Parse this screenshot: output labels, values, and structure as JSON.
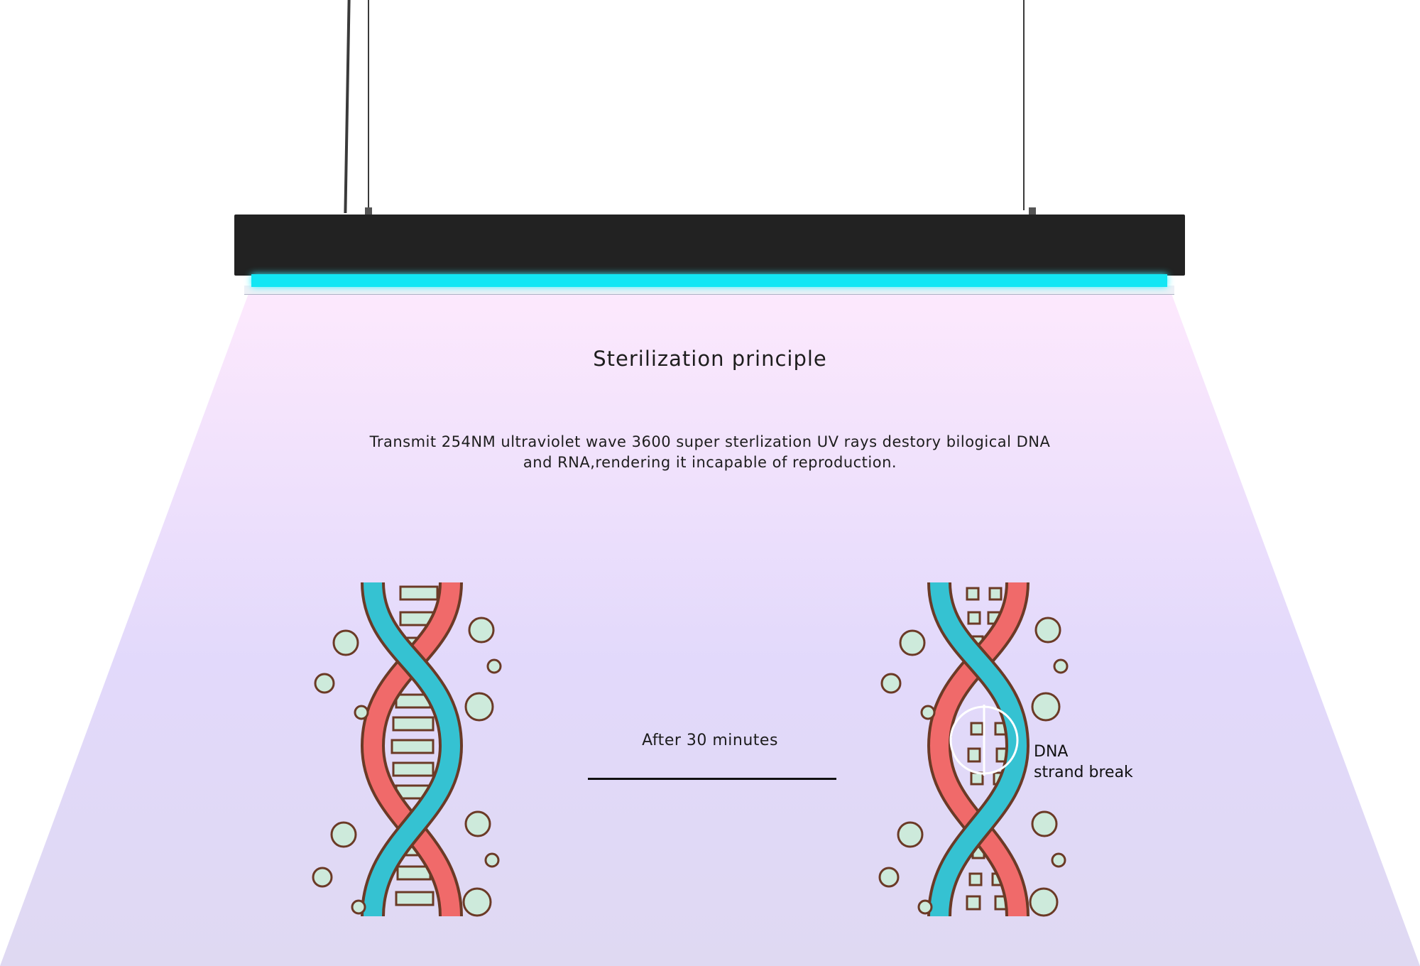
{
  "heading": "Sterilization principle",
  "description": "Transmit 254NM ultraviolet wave 3600 super sterlization UV rays destory bilogical DNA and RNA,rendering it incapable of reproduction.",
  "transition": {
    "label": "After 30 minutes"
  },
  "annotation": {
    "line1": "DNA",
    "line2": "strand break"
  },
  "colors": {
    "uv_tube": "#12e6f4",
    "housing": "#222222",
    "beam_top": "#fce8fc",
    "beam_bottom": "#dcd4f8",
    "strand_red": "#f06a6a",
    "strand_blue": "#35c2d2",
    "base_pair": "#cdeadb",
    "outline": "#6b3a26"
  },
  "icons": [
    "uv-lamp-icon",
    "dna-intact-icon",
    "dna-broken-icon"
  ]
}
